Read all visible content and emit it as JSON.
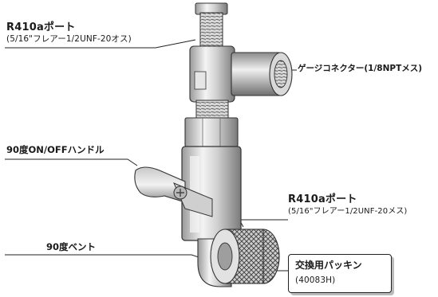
{
  "labels": {
    "port_top_title": "R410aポート",
    "port_top_spec": "(5/16\"フレアー1/2UNF-20オス)",
    "gauge_connector": "ゲージコネクター(1/8NPTメス)",
    "handle": "90度ON/OFFハンドル",
    "port_bottom_title": "R410aポート",
    "port_bottom_spec": "(5/16\"フレアー1/2UNF-20メス)",
    "bend": "90度ベント",
    "gasket_title": "交換用パッキン",
    "gasket_part": "(40083H)"
  }
}
